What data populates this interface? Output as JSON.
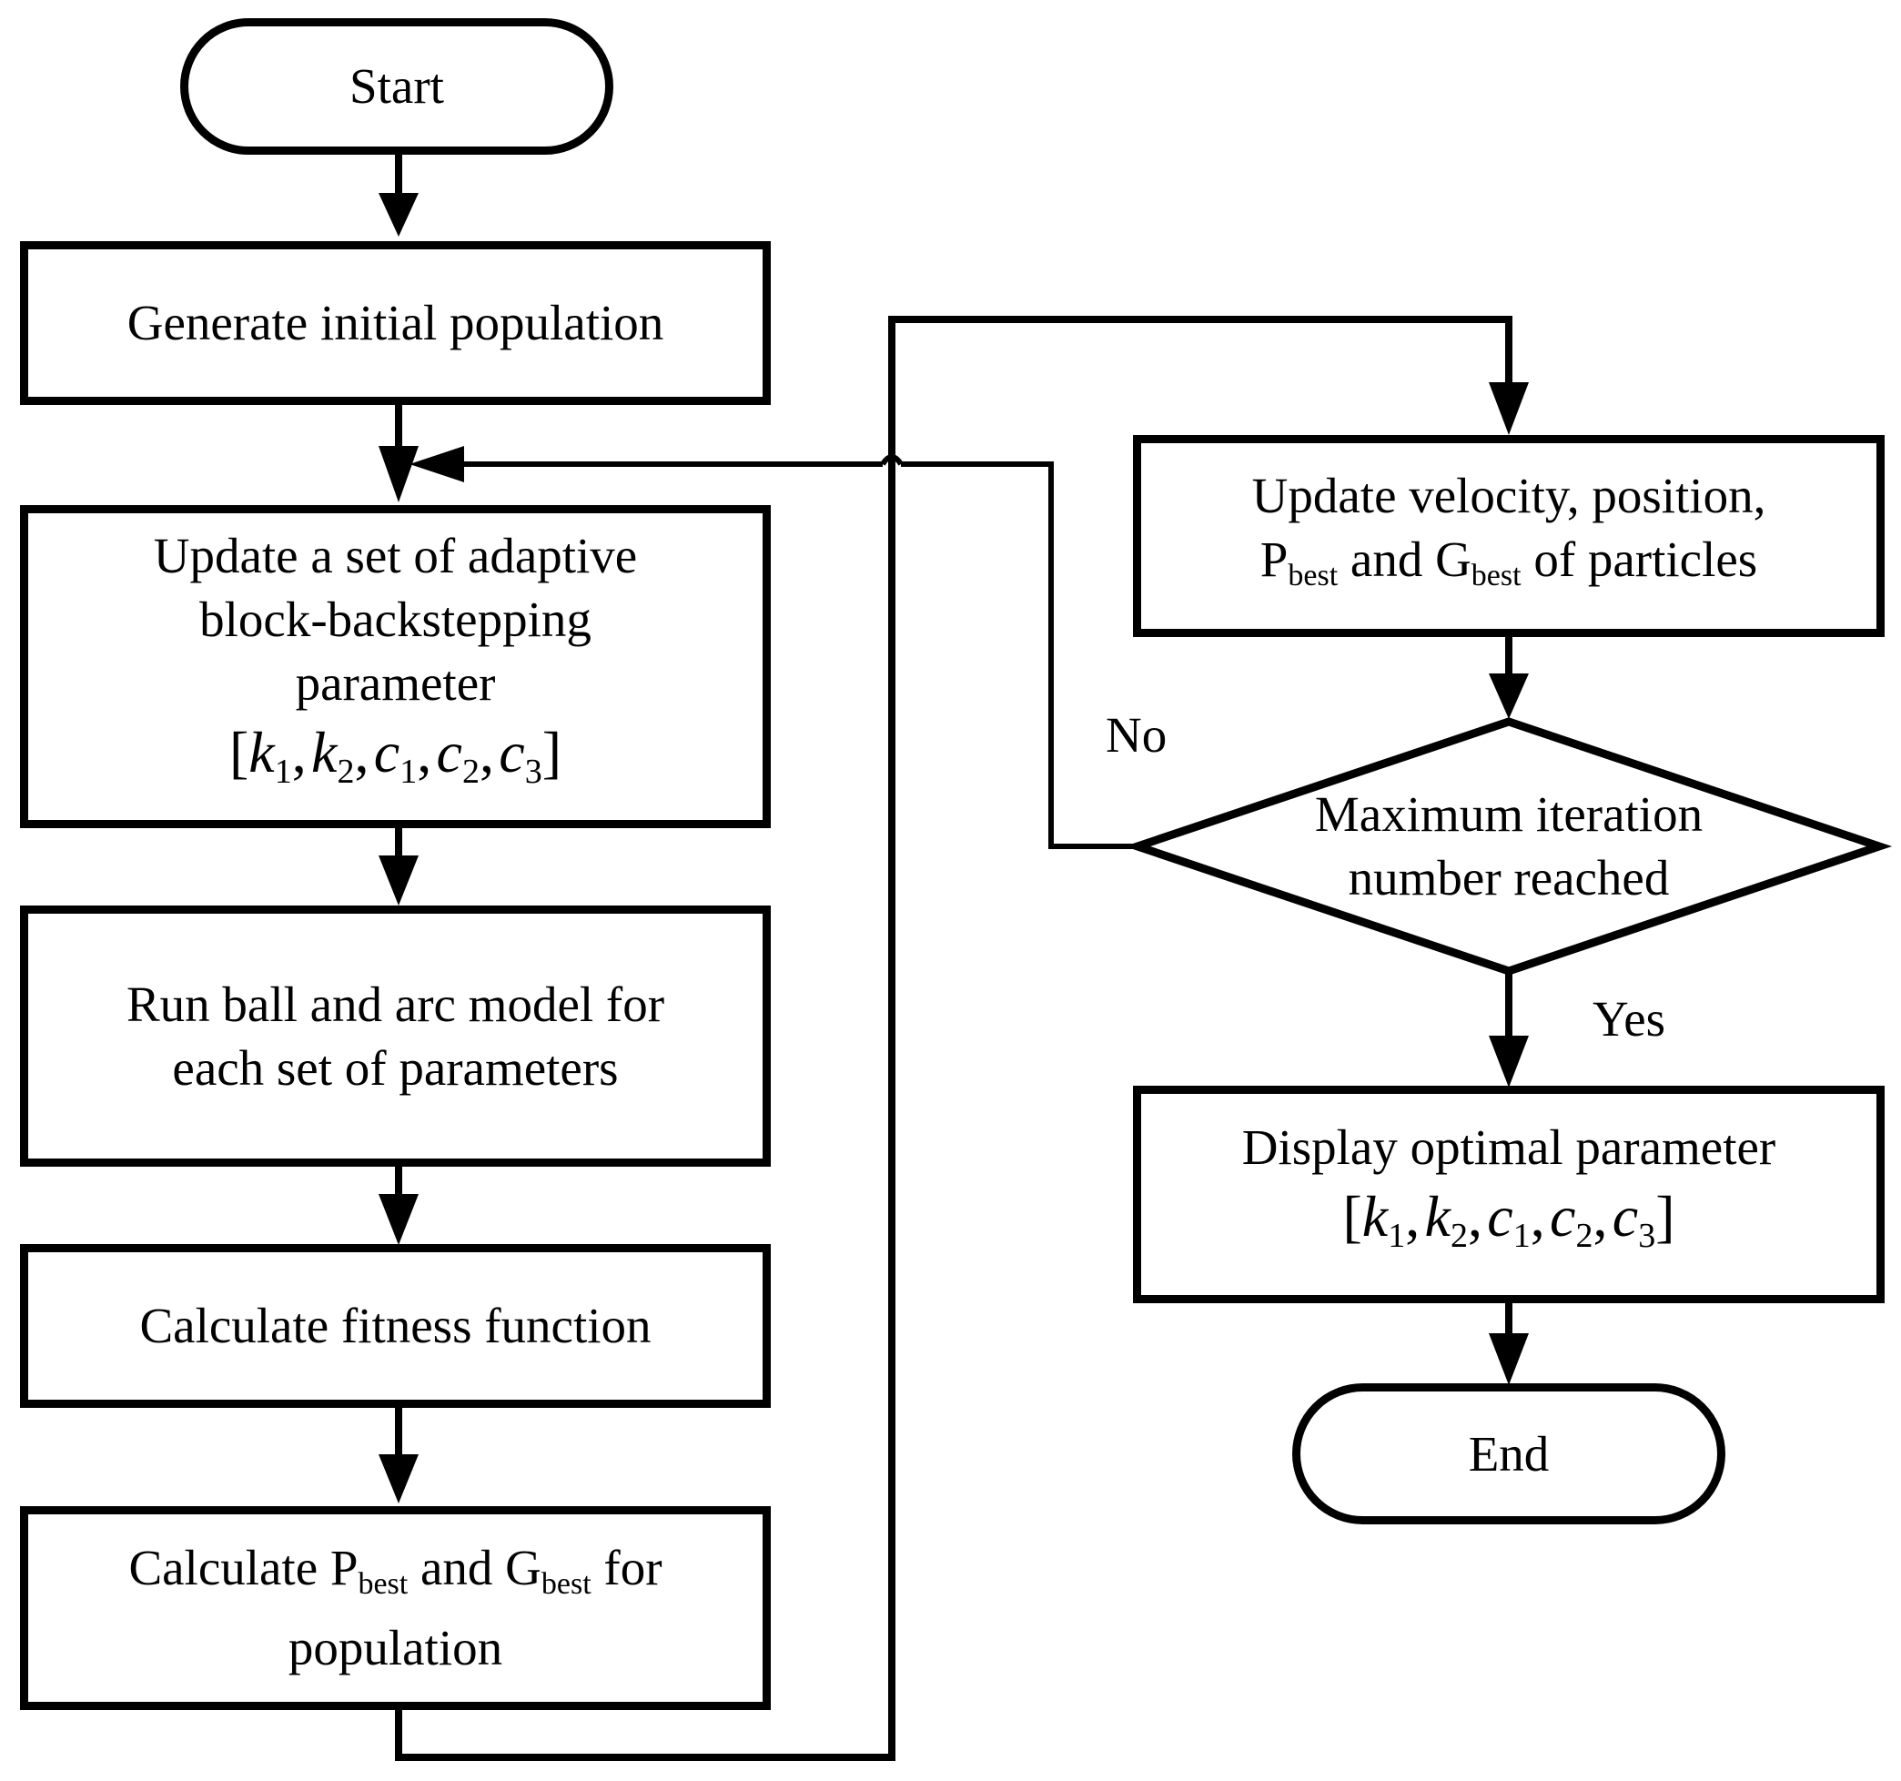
{
  "nodes": {
    "start": "Start",
    "generate": "Generate initial population",
    "update_params": {
      "line1": "Update a set of adaptive",
      "line2": "block-backstepping",
      "line3": "parameter",
      "vector": {
        "k1": "k",
        "k1_sub": "1",
        "k2": "k",
        "k2_sub": "2",
        "c1": "c",
        "c1_sub": "1",
        "c2": "c",
        "c2_sub": "2",
        "c3": "c",
        "c3_sub": "3"
      }
    },
    "run_model": {
      "line1": "Run ball and arc model for",
      "line2": "each set of parameters"
    },
    "fitness": "Calculate fitness function",
    "calc_best": {
      "prefix": "Calculate P",
      "sub1": "best",
      "mid": " and G",
      "sub2": "best",
      "suffix": " for",
      "line2": "population"
    },
    "update_velocity": {
      "line1": "Update velocity, position,",
      "p": "P",
      "sub1": "best",
      "mid": " and G",
      "sub2": "best",
      "suffix": " of particles"
    },
    "decision": {
      "line1": "Maximum iteration",
      "line2": "number reached"
    },
    "display": {
      "line1": "Display optimal parameter",
      "vector": {
        "k1": "k",
        "k1_sub": "1",
        "k2": "k",
        "k2_sub": "2",
        "c1": "c",
        "c1_sub": "1",
        "c2": "c",
        "c2_sub": "2",
        "c3": "c",
        "c3_sub": "3"
      }
    },
    "end": "End"
  },
  "edge_labels": {
    "no": "No",
    "yes": "Yes"
  }
}
